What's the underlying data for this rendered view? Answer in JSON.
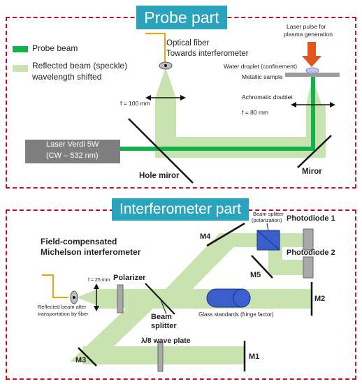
{
  "probe": {
    "title": "Probe part",
    "legend": {
      "probe_beam": "Probe beam",
      "reflected_1": "Reflected beam (speckle)",
      "reflected_2": "wavelength shifted",
      "probe_color": "#11b24a",
      "reflected_color": "#c8e2b0"
    },
    "fiber_1": "Optical fiber",
    "fiber_2": "Towards interferometer",
    "lens_f": "f = 100 mm",
    "laser_1": "Laser Verdi 5W",
    "laser_2": "(CW – 532 nm)",
    "hole_mirror": "Hole miror",
    "mirror": "Miror",
    "pulse_1": "Laser pulse for",
    "pulse_2": "plasma generation",
    "droplet": "Water droplet (confinement)",
    "sample": "Metallic sample",
    "doublet_1": "Achromatic doublet",
    "doublet_2": "f = 80 mm"
  },
  "interferometer": {
    "title": "Interferometer part",
    "heading_1": "Field-compensated",
    "heading_2": "Michelson interferometer",
    "beam_splitter_pol_1": "Beam splitter",
    "beam_splitter_pol_2": "(polarization)",
    "photodiode_1": "Photodiode 1",
    "photodiode_2": "Photodiode 2",
    "m4": "M4",
    "m5": "M5",
    "m2": "M2",
    "m3": "M3",
    "m1": "M1",
    "polarizer": "Polarizer",
    "lens_f": "f = 25 mm",
    "reflected_1": "Reflected beam after",
    "reflected_2": "transportation by fiber",
    "splitter_1": "Beam",
    "splitter_2": "splitter",
    "glass": "Glass standards (fringe factor)",
    "waveplate": "λ/8 wave plate"
  },
  "colors": {
    "frame": "#c0141c",
    "banner": "#2aa3bd",
    "fiber": "#e8a800",
    "pulse_arrow": "#e0561d",
    "glass": "#3a5fcd"
  }
}
